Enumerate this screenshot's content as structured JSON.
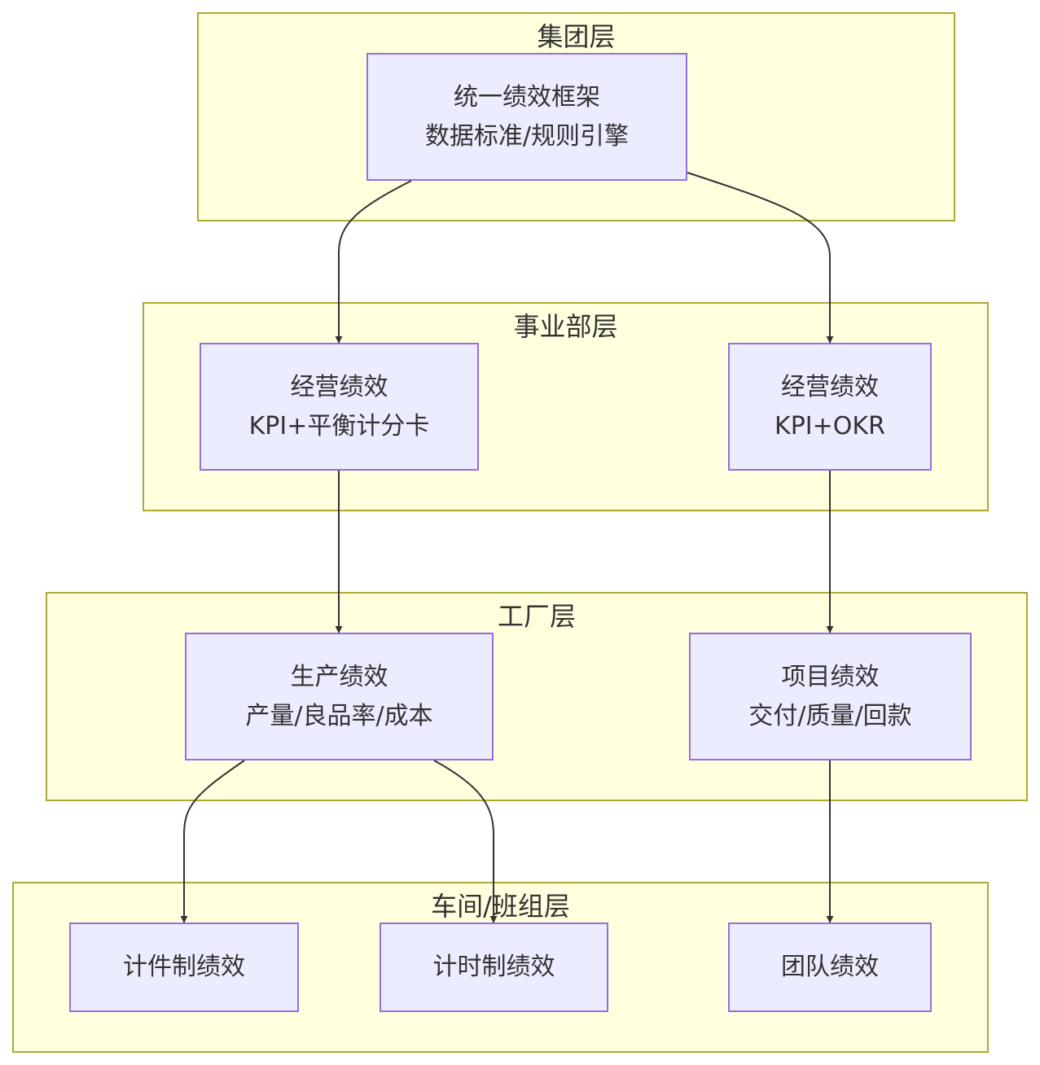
{
  "colors": {
    "layer_fill": "#ffffde",
    "layer_border": "#aaaa33",
    "node_fill": "#ececff",
    "node_border": "#9370db",
    "edge": "#333333",
    "text": "#333333"
  },
  "layers": {
    "group": {
      "title": "集团层"
    },
    "division": {
      "title": "事业部层"
    },
    "factory": {
      "title": "工厂层"
    },
    "workshop": {
      "title": "车间/班组层"
    }
  },
  "nodes": {
    "unified": {
      "line1": "统一绩效框架",
      "line2": "数据标准/规则引擎"
    },
    "ops_a": {
      "line1": "经营绩效",
      "line2": "KPI+平衡计分卡"
    },
    "ops_b": {
      "line1": "经营绩效",
      "line2": "KPI+OKR"
    },
    "production": {
      "line1": "生产绩效",
      "line2": "产量/良品率/成本"
    },
    "project": {
      "line1": "项目绩效",
      "line2": "交付/质量/回款"
    },
    "piece": {
      "line1": "计件制绩效"
    },
    "hourly": {
      "line1": "计时制绩效"
    },
    "team": {
      "line1": "团队绩效"
    }
  },
  "edges": [
    {
      "from": "统一绩效框架",
      "to": "经营绩效 KPI+平衡计分卡"
    },
    {
      "from": "统一绩效框架",
      "to": "经营绩效 KPI+OKR"
    },
    {
      "from": "经营绩效 KPI+平衡计分卡",
      "to": "生产绩效"
    },
    {
      "from": "经营绩效 KPI+OKR",
      "to": "项目绩效"
    },
    {
      "from": "生产绩效",
      "to": "计件制绩效"
    },
    {
      "from": "生产绩效",
      "to": "计时制绩效"
    },
    {
      "from": "项目绩效",
      "to": "团队绩效"
    }
  ]
}
